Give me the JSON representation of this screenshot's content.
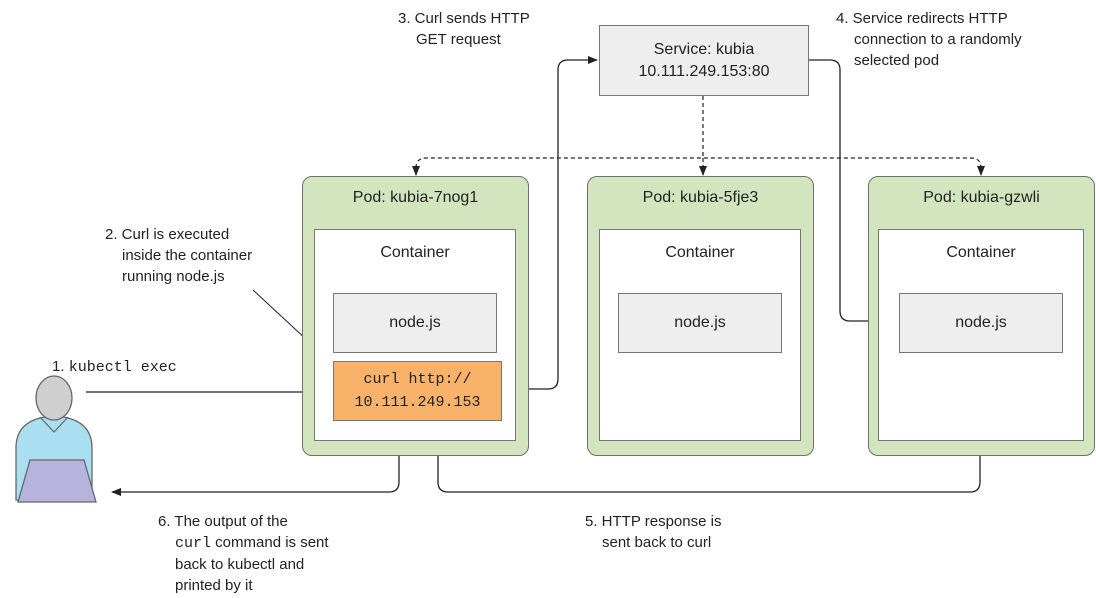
{
  "service": {
    "line1": "Service: kubia",
    "line2": "10.111.249.153:80"
  },
  "pods": [
    {
      "title": "Pod: kubia-7nog1",
      "container": "Container",
      "app": "node.js"
    },
    {
      "title": "Pod: kubia-5fje3",
      "container": "Container",
      "app": "node.js"
    },
    {
      "title": "Pod: kubia-gzwli",
      "container": "Container",
      "app": "node.js"
    }
  ],
  "curl_box": {
    "line1": "curl http://",
    "line2": "10.111.249.153"
  },
  "steps": {
    "s1_num": "1.",
    "s1_cmd": "kubectl exec",
    "s2": [
      "2. Curl is executed",
      "inside the container",
      "running node.js"
    ],
    "s3": [
      "3. Curl sends HTTP",
      "GET request"
    ],
    "s4": [
      "4. Service redirects HTTP",
      "connection to a randomly",
      "selected pod"
    ],
    "s5": [
      "5. HTTP response is",
      "sent back to curl"
    ],
    "s6_l1": "6. The output of the",
    "s6_code": "curl",
    "s6_l2_rest": " command is sent",
    "s6_l3": "back to kubectl and",
    "s6_l4": "printed by it"
  }
}
